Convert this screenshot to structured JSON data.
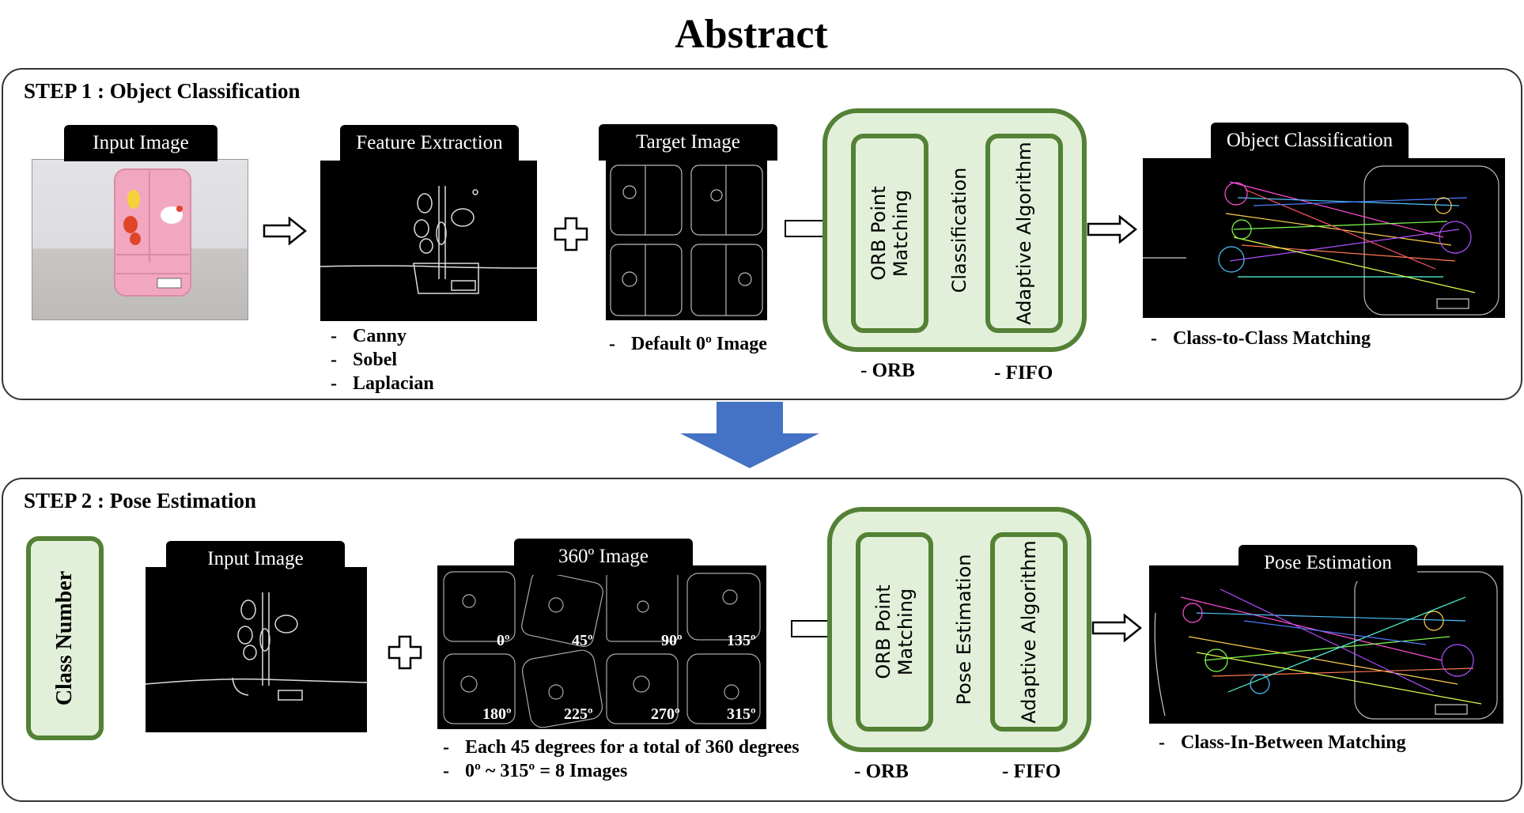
{
  "title": "Abstract",
  "step1": {
    "title": "STEP 1 : Object Classification",
    "input_tab": "Input Image",
    "feature_tab": "Feature Extraction",
    "feature_bullets": [
      "Canny",
      "Sobel",
      "Laplacian"
    ],
    "target_tab": "Target Image",
    "target_bullets": [
      "Default 0º Image"
    ],
    "box_left": "ORB Point Matching",
    "box_center": "Classification",
    "box_right": "Adaptive Algorithm",
    "label_left": "- ORB",
    "label_right": "- FIFO",
    "result_tab": "Object Classification",
    "result_bullets": [
      "Class-to-Class Matching"
    ]
  },
  "step2": {
    "title": "STEP 2 : Pose Estimation",
    "class_number": "Class Number",
    "input_tab": "Input Image",
    "views_tab": "360º Image",
    "angles": [
      "0º",
      "45º",
      "90º",
      "135º",
      "180º",
      "225º",
      "270º",
      "315º"
    ],
    "views_bullets": [
      "Each 45 degrees for a total of 360 degrees",
      "0º ~ 315º = 8 Images"
    ],
    "box_left": "ORB Point Matching",
    "box_center": "Pose Estimation",
    "box_right": "Adaptive Algorithm",
    "label_left": "- ORB",
    "label_right": "- FIFO",
    "result_tab": "Pose Estimation",
    "result_bullets": [
      "Class-In-Between Matching"
    ]
  },
  "colors": {
    "panel_border": "#333333",
    "green_fill": "#e2f0d9",
    "green_border": "#538135",
    "down_arrow": "#4472c4",
    "tab_fill": "#000000"
  }
}
